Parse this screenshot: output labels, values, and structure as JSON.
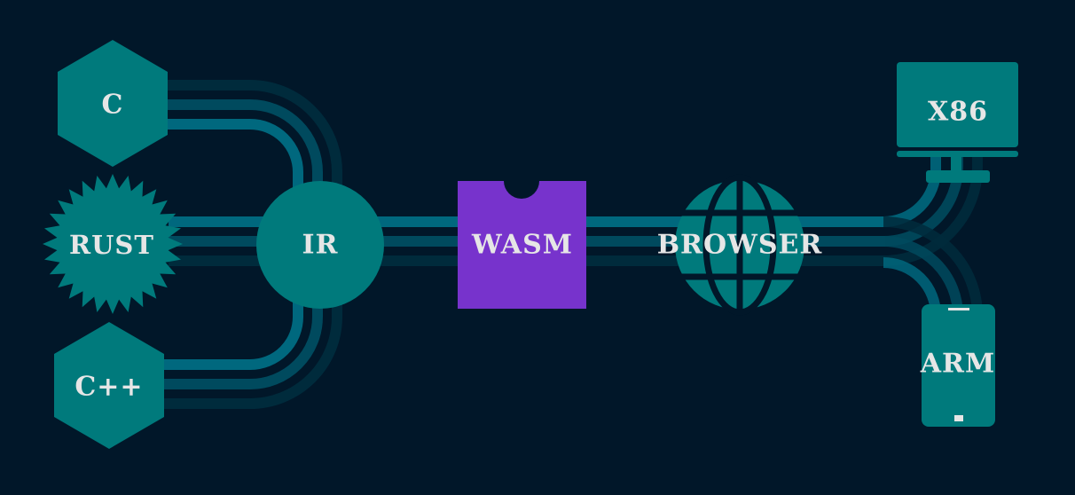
{
  "colors": {
    "background": "#011729",
    "node": "#007a7c",
    "wasm": "#7733cc",
    "line_bright": "#00687e",
    "line_mid": "#004a5e",
    "line_dark": "#002b3c",
    "text": "#e6e6e6"
  },
  "nodes": {
    "c": {
      "label": "C",
      "shape": "hexagon"
    },
    "rust": {
      "label": "RUST",
      "shape": "starburst"
    },
    "cpp": {
      "label": "C++",
      "shape": "hexagon"
    },
    "ir": {
      "label": "IR",
      "shape": "circle"
    },
    "wasm": {
      "label": "WASM",
      "shape": "notched-square"
    },
    "browser": {
      "label": "BROWSER",
      "shape": "globe-icon"
    },
    "x86": {
      "label": "X86",
      "shape": "monitor-icon"
    },
    "arm": {
      "label": "ARM",
      "shape": "phone-icon"
    }
  },
  "edges": [
    [
      "C",
      "IR"
    ],
    [
      "RUST",
      "IR"
    ],
    [
      "C++",
      "IR"
    ],
    [
      "IR",
      "WASM"
    ],
    [
      "WASM",
      "BROWSER"
    ],
    [
      "BROWSER",
      "X86"
    ],
    [
      "BROWSER",
      "ARM"
    ]
  ]
}
